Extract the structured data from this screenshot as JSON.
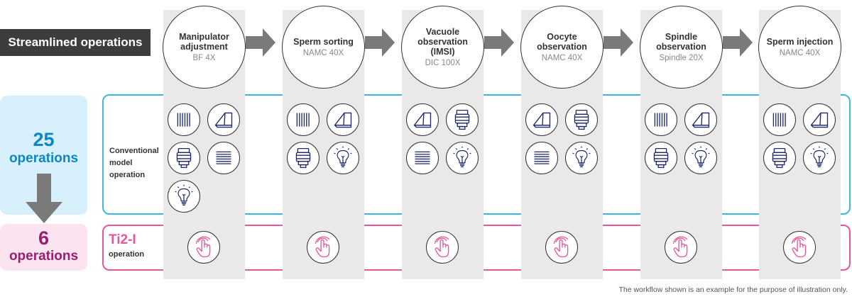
{
  "streamlined_label": "Streamlined operations",
  "steps": [
    {
      "title": "Manipulator adjustment",
      "sub": "BF 4X"
    },
    {
      "title": "Sperm sorting",
      "sub": "NAMC 40X"
    },
    {
      "title": "Vacuole observation (IMSI)",
      "sub": "DIC 100X"
    },
    {
      "title": "Oocyte observation",
      "sub": "NAMC 40X"
    },
    {
      "title": "Spindle observation",
      "sub": "Spindle 20X"
    },
    {
      "title": "Sperm injection",
      "sub": "NAMC 40X"
    }
  ],
  "conventional": {
    "count_number": "25",
    "count_word": "operations",
    "label": "Conventional model operation"
  },
  "ti2": {
    "count_number": "6",
    "count_word": "operations",
    "title": "Ti2-I",
    "sub": "operation"
  },
  "icon_sets": [
    [
      "lines-vertical-icon",
      "prism-icon",
      "objective-icon",
      "lines-horizontal-icon",
      "lamp-icon"
    ],
    [
      "lines-vertical-icon",
      "prism-icon",
      "objective-icon",
      "lamp-icon"
    ],
    [
      "prism-icon",
      "objective-icon",
      "lines-horizontal-icon",
      "lamp-icon"
    ],
    [
      "prism-icon",
      "objective-icon",
      "lines-horizontal-icon",
      "lamp-icon"
    ],
    [
      "lines-vertical-icon",
      "prism-icon",
      "objective-icon",
      "lamp-icon"
    ],
    [
      "lines-vertical-icon",
      "prism-icon",
      "objective-icon",
      "lamp-icon"
    ]
  ],
  "touch_icon": "touch-icon",
  "colors": {
    "blue": "#3fb6e0",
    "dark_blue": "#0d86c6",
    "pink": "#e8569a",
    "magenta": "#9b1d70",
    "arrow_gray": "#7a7a7a"
  },
  "footnote": "The workflow shown is an example for the purpose of illustration only."
}
